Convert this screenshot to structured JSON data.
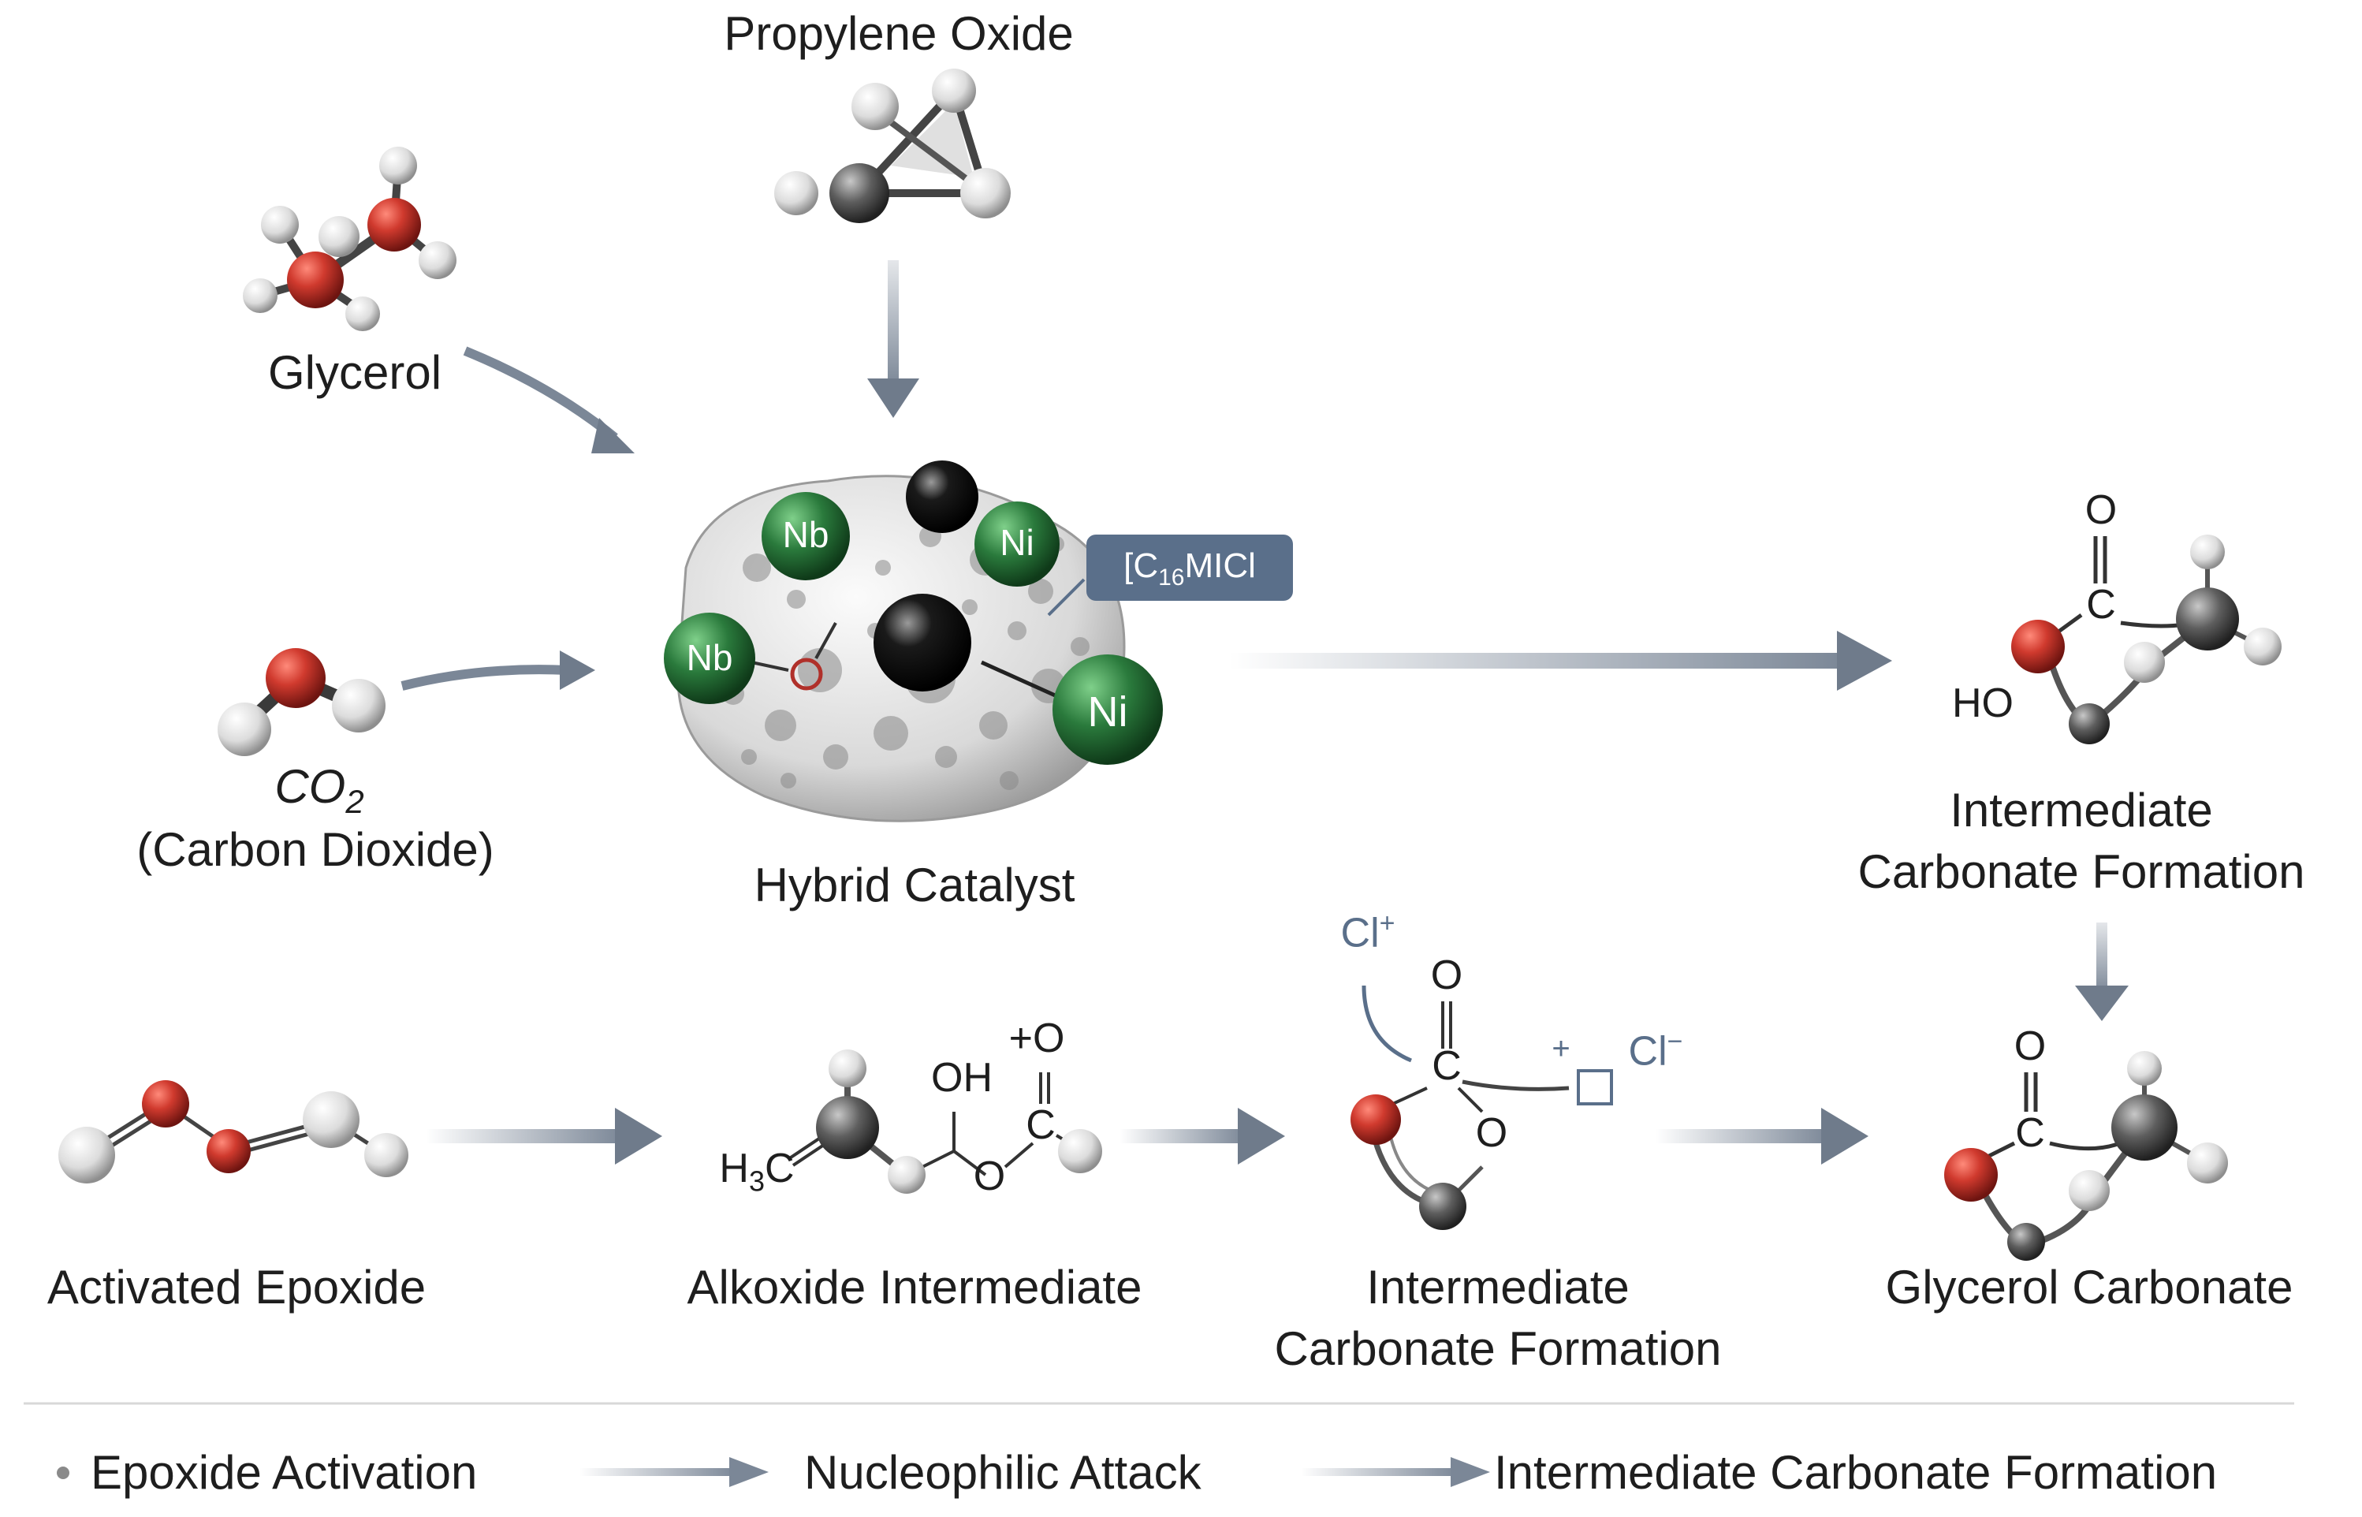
{
  "top": {
    "propylene_oxide": "Propylene Oxide",
    "glycerol": "Glycerol",
    "co2_formula_main": "CO",
    "co2_formula_sub": "2",
    "co2_name": "(Carbon Dioxide)",
    "catalyst": "Hybrid Catalyst",
    "catalyst_atoms": {
      "nb1": "Nb",
      "ni1": "Ni",
      "nb2": "Nb",
      "ni2": "Ni"
    },
    "ionic_liquid_prefix": "[C",
    "ionic_liquid_sub": "16",
    "ionic_liquid_suffix": "MICl",
    "intermediate_top_line1": "Intermediate",
    "intermediate_top_line2": "Carbonate Formation",
    "ho_label": "HO",
    "o_label": "O",
    "c_label": "C"
  },
  "bottom": {
    "activated_epoxide": "Activated Epoxide",
    "alkoxide": "Alkoxide Intermediate",
    "intermediate_line1": "Intermediate",
    "intermediate_line2": "Carbonate Formation",
    "glycerol_carbonate": "Glycerol Carbonate",
    "h3c_main": "H",
    "h3c_sub": "3",
    "h3c_end": "C",
    "oh": "OH",
    "plus_o": "+O",
    "o": "O",
    "c": "C",
    "cl_plus": "Cl",
    "cl_plus_sup": "+",
    "cl_minus": "Cl",
    "cl_minus_sup": "−",
    "plus_sign": "+"
  },
  "footer": {
    "step1": "Epoxide Activation",
    "step2": "Nucleophilic Attack",
    "step3": "Intermediate Carbonate Formation"
  },
  "colors": {
    "oxygen": "#c0302a",
    "hydrogen": "#e6e6e6",
    "carbon": "#5a5a5a",
    "metal_green": "#2a7a3c",
    "arrow": "#7b8797",
    "label_box": "#5a6f8a"
  }
}
